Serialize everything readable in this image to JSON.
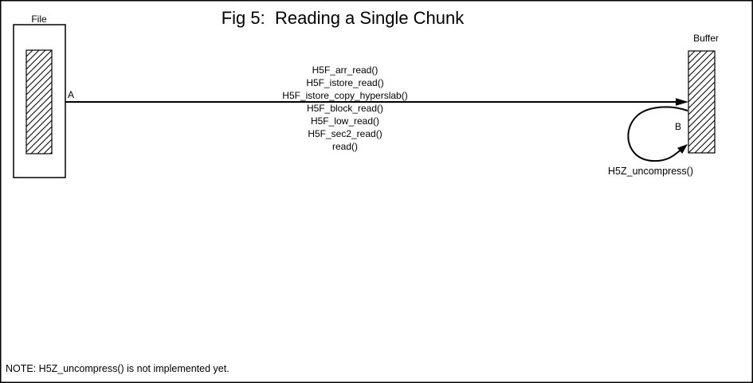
{
  "title": "Fig 5:  Reading a Single Chunk",
  "file": {
    "label": "File"
  },
  "buffer": {
    "label": "Buffer"
  },
  "arrows": {
    "a_label": "A",
    "b_label": "B",
    "b_caption": "H5Z_uncompress()"
  },
  "call_stack": [
    "H5F_arr_read()",
    "H5F_istore_read()",
    "H5F_istore_copy_hyperslab()",
    "H5F_block_read()",
    "H5F_low_read()",
    "H5F_sec2_read()",
    "read()"
  ],
  "note": "NOTE: H5Z_uncompress() is not implemented yet.",
  "colors": {
    "ink": "#000000",
    "paper": "#ffffff"
  }
}
